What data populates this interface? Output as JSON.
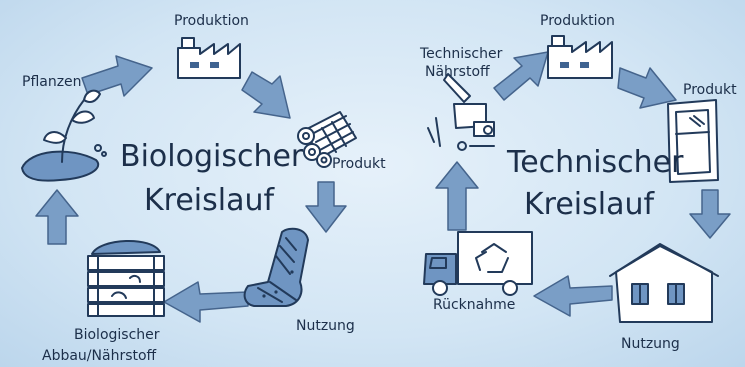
{
  "left_cycle": {
    "title_line1": "Biologischer",
    "title_line2": "Kreislauf",
    "label_production": "Produktion",
    "label_product": "Produkt",
    "label_usage": "Nutzung",
    "label_decomposition_line1": "Biologischer",
    "label_decomposition_line2": "Abbau/Nährstoff",
    "label_plants": "Pflanzen"
  },
  "right_cycle": {
    "title_line1": "Technischer",
    "title_line2": "Kreislauf",
    "label_production": "Produktion",
    "label_product": "Produkt",
    "label_usage": "Nutzung",
    "label_takeback": "Rücknahme",
    "label_nutrient_line1": "Technischer",
    "label_nutrient_line2": "Nährstoff"
  },
  "colors": {
    "background": "#d2e5f4",
    "arrow_fill": "#7a9ec6",
    "ink": "#223a5a"
  }
}
